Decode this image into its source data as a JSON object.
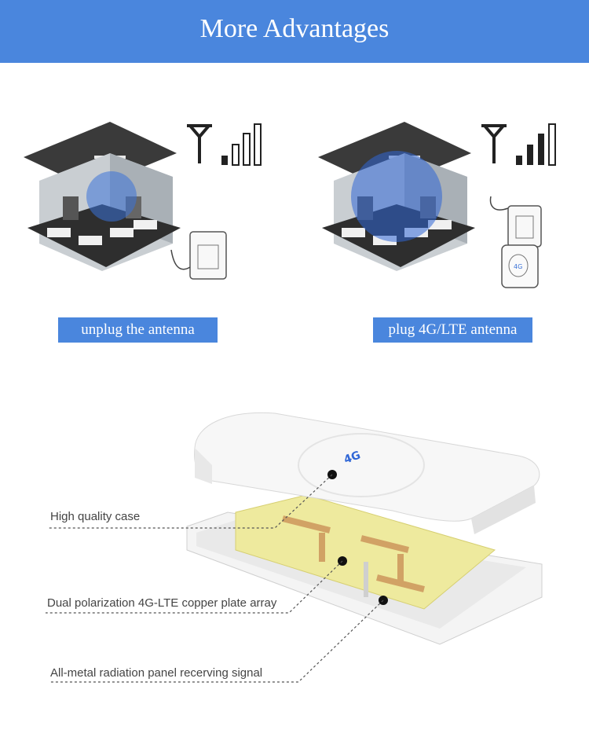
{
  "header": {
    "title": "More Advantages",
    "bg_color": "#4a86dd"
  },
  "scenes": [
    {
      "caption": "unplug the antenna",
      "signal_bars_filled": 1,
      "signal_bars_total": 4
    },
    {
      "caption": "plug 4G/LTE antenna",
      "signal_bars_filled": 3,
      "signal_bars_total": 4
    }
  ],
  "device": {
    "logo_text": "4G",
    "callouts": [
      {
        "text": "High quality case"
      },
      {
        "text": "Dual polarization 4G-LTE copper plate array"
      },
      {
        "text": "All-metal radiation panel recerving signal"
      }
    ]
  }
}
